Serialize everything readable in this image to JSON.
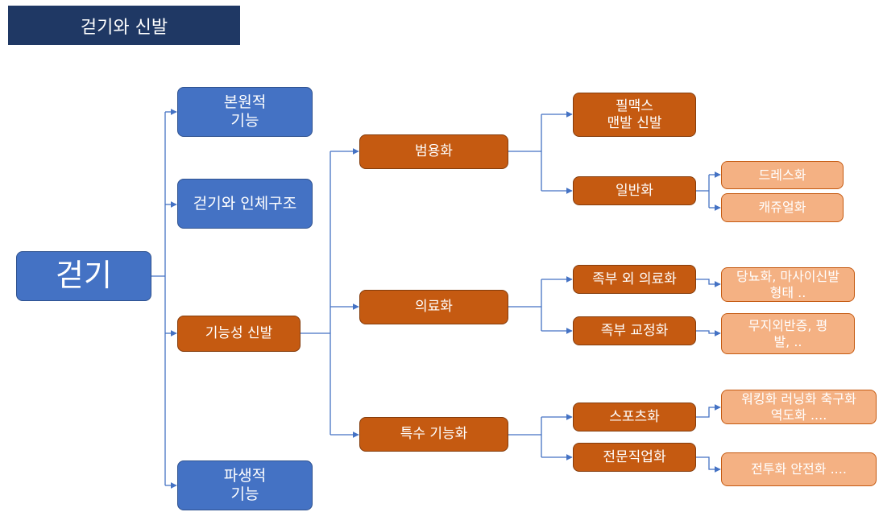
{
  "title": "걷기와 신발",
  "colors": {
    "banner": "#1f3864",
    "level_blue": "#4472c4",
    "level_orange": "#c55a11",
    "level_peach": "#f4b183",
    "connector": "#4472c4"
  },
  "nodes": {
    "walking": "걷기",
    "original_function": "본원적\n기능",
    "walking_and_body": "걷기와 인체구조",
    "functional_shoes": "기능성 신발",
    "derived_function": "파생적\n기능",
    "general_purpose": "범용화",
    "medical": "의료화",
    "special_function": "특수 기능화",
    "filmax_barefoot": "필맥스\n맨발 신발",
    "ordinary_shoes": "일반화",
    "dress_shoes": "드레스화",
    "casual_shoes": "캐쥬얼화",
    "extra_foot_medical": "족부 외 의료화",
    "foot_correction": "족부 교정화",
    "diabetic_massage": "당뇨화, 마사이신발\n형태 ..",
    "bunion_flatfoot": "무지외반증, 평\n발, ..",
    "sports_shoes": "스포츠화",
    "occupational_shoes": "전문직업화",
    "walking_running_soccer": "워킹화 러닝화 축구화\n역도화 ....",
    "combat_safety": "전투화 안전화 ...."
  }
}
